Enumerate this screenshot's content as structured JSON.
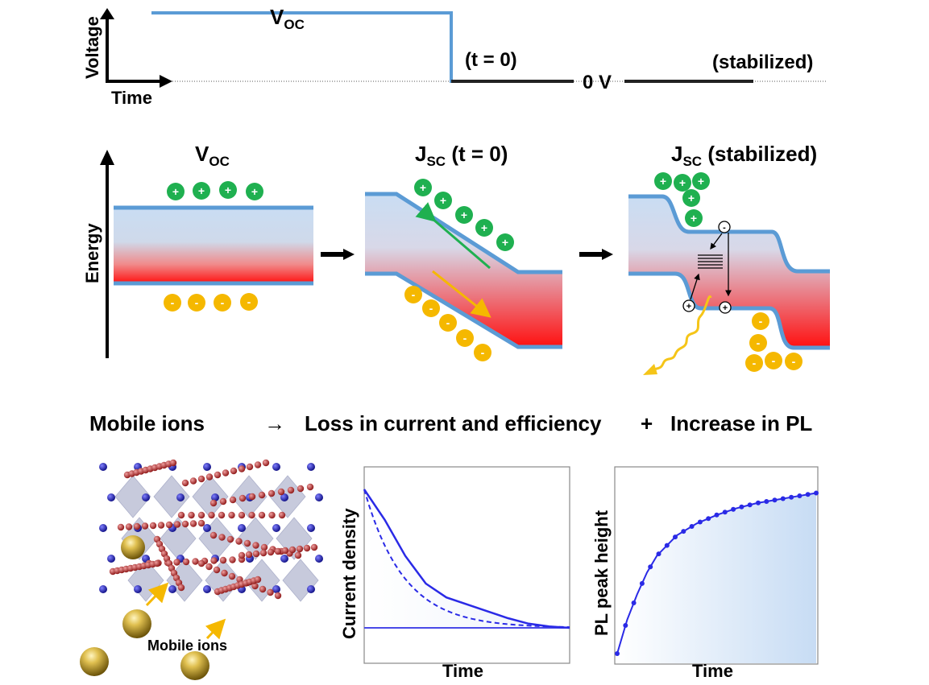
{
  "voltage_plot": {
    "ylabel": "Voltage",
    "xlabel": "Time",
    "voc_label": "V",
    "voc_sub": "OC",
    "t0_label": "(t = 0)",
    "zero_label": "0 V",
    "stabilized_label": "(stabilized)"
  },
  "energy_panels": {
    "ylabel": "Energy",
    "voc": {
      "main": "V",
      "sub": "OC"
    },
    "jsc_t0": {
      "main": "J",
      "sub": "SC",
      "suffix": " (t = 0)"
    },
    "jsc_stab": {
      "main": "J",
      "sub": "SC",
      "suffix": " (stabilized)"
    },
    "plus_symbol": "+",
    "minus_symbol": "-"
  },
  "summary": {
    "mobile_ions": "Mobile ions",
    "arrow": "→",
    "loss": "Loss in current and efficiency",
    "plus": "+",
    "increase": "Increase in PL"
  },
  "lattice": {
    "label": "Mobile ions"
  },
  "current_plot": {
    "ylabel": "Current density",
    "xlabel": "Time"
  },
  "pl_plot": {
    "ylabel": "PL peak height",
    "xlabel": "Time"
  },
  "colors": {
    "band_edge": "#5b9bd5",
    "band_fill": "#bdd7ee",
    "hole": "#1fb050",
    "electron": "#f5b800",
    "red": "#ff0000",
    "data_blue": "#2a2ae6"
  },
  "chart_data": [
    {
      "type": "line",
      "xlabel": "Time",
      "ylabel": "Current density",
      "series": [
        {
          "x": [
            0,
            0.1,
            0.2,
            0.3,
            0.4,
            0.5,
            0.6,
            0.7,
            0.8,
            0.9,
            1.0
          ],
          "y": [
            1.0,
            0.78,
            0.52,
            0.32,
            0.22,
            0.17,
            0.12,
            0.07,
            0.03,
            0.01,
            0.0
          ]
        }
      ]
    },
    {
      "type": "line",
      "xlabel": "Time",
      "ylabel": "PL peak height",
      "series": [
        {
          "x": [
            0,
            0.05,
            0.1,
            0.15,
            0.2,
            0.3,
            0.4,
            0.5,
            0.6,
            0.7,
            0.8,
            0.9,
            1.0
          ],
          "y": [
            0.0,
            0.2,
            0.35,
            0.48,
            0.58,
            0.7,
            0.77,
            0.82,
            0.86,
            0.89,
            0.91,
            0.93,
            0.95
          ]
        }
      ]
    }
  ]
}
